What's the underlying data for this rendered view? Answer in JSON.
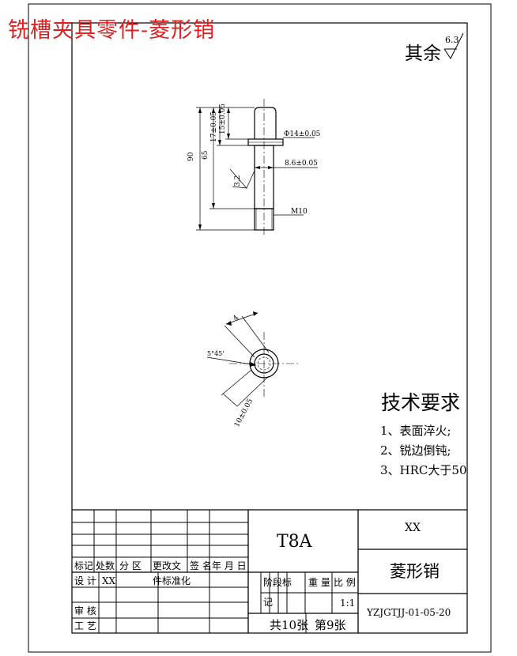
{
  "header": {
    "title": "铣槽夹具零件-菱形销",
    "surface_finish_label": "其余",
    "surface_finish_value": "6.3"
  },
  "drawing": {
    "front_view": {
      "dim_total_length": "90",
      "dim_shank_length": "65",
      "dim_head_height_1": "17±0.05",
      "dim_head_height_2": "15±0.05",
      "dim_flange_dia": "Φ14±0.05",
      "dim_body_dia": "8.6±0.05",
      "dim_thread": "M10",
      "roughness_value": "3.2"
    },
    "top_view": {
      "dim_flat_width": "4",
      "dim_angle": "5°45'",
      "dim_diamond_width": "10±0.05"
    }
  },
  "tech_requirements": {
    "title": "技术要求",
    "items": [
      "1、表面淬火;",
      "2、锐边倒钝;",
      "3、HRC大于50"
    ]
  },
  "title_block": {
    "material": "T8A",
    "company": "XX",
    "part_name": "菱形销",
    "drawing_number": "YZJGTJJ-01-05-20",
    "scale_label": "比 例",
    "scale_value": "1:1",
    "stage_label": "阶段标",
    "stage_mark_label": "记",
    "weight_label": "重 量",
    "total_sheets": "共10张",
    "sheet_number": "第9张",
    "rev_headers": [
      "标记",
      "处数",
      "分 区",
      "更改文",
      "签 名",
      "年 月 日"
    ],
    "design_label": "设 计",
    "designer": "XX",
    "standardization": "件标准化",
    "review_label": "审 核",
    "process_label": "工 艺"
  }
}
